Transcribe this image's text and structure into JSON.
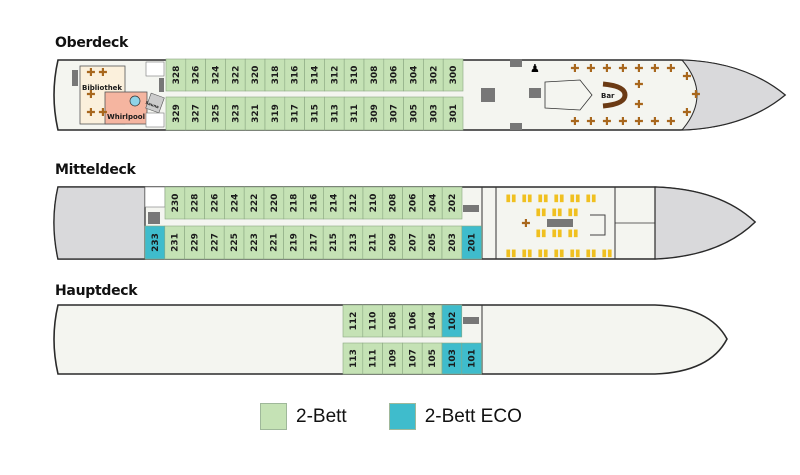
{
  "colors": {
    "cabin_2bett": "#c5e2b5",
    "cabin_eco": "#3fbccc",
    "deck_floor": "#f4f5f0",
    "hull_grey": "#d9d9db",
    "furniture_brown": "#a8671d",
    "chair_yellow": "#f0c020",
    "whirlpool_pink": "#f5b5a0",
    "library_cream": "#fbf0dc",
    "outline": "#2a2a2a"
  },
  "decks": [
    {
      "name": "Oberdeck",
      "top_row": [
        "328",
        "326",
        "324",
        "322",
        "320",
        "318",
        "316",
        "314",
        "312",
        "310",
        "308",
        "306",
        "304",
        "302",
        "300"
      ],
      "bottom_row": [
        "329",
        "327",
        "325",
        "323",
        "321",
        "319",
        "317",
        "315",
        "313",
        "311",
        "309",
        "307",
        "305",
        "303",
        "301"
      ],
      "eco_cabins": [],
      "rooms": {
        "library": "Bibliothek",
        "whirlpool": "Whirlpool",
        "sauna": "Sauna",
        "bar": "Bar"
      }
    },
    {
      "name": "Mitteldeck",
      "top_row": [
        "230",
        "228",
        "226",
        "224",
        "222",
        "220",
        "218",
        "216",
        "214",
        "212",
        "210",
        "208",
        "206",
        "204",
        "202"
      ],
      "bottom_row": [
        "233",
        "231",
        "229",
        "227",
        "225",
        "223",
        "221",
        "219",
        "217",
        "215",
        "213",
        "211",
        "209",
        "207",
        "205",
        "203",
        "201"
      ],
      "eco_cabins": [
        "233",
        "201"
      ]
    },
    {
      "name": "Hauptdeck",
      "top_row": [
        "112",
        "110",
        "108",
        "106",
        "104",
        "102"
      ],
      "bottom_row": [
        "113",
        "111",
        "109",
        "107",
        "105",
        "103",
        "101"
      ],
      "eco_cabins": [
        "102",
        "103",
        "101"
      ]
    }
  ],
  "legend": [
    {
      "label": "2-Bett",
      "type": "2bett"
    },
    {
      "label": "2-Bett ECO",
      "type": "eco"
    }
  ]
}
